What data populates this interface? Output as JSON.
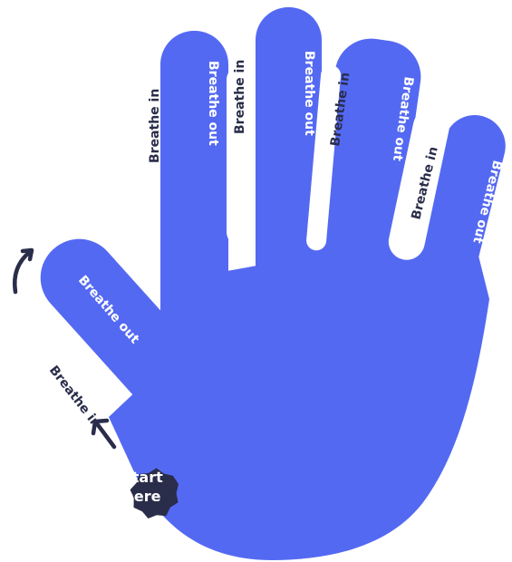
{
  "colors": {
    "hand": "#5469f2",
    "dark": "#2a2d4a",
    "white": "#ffffff"
  },
  "labels": {
    "thumb_outside": "Breathe in",
    "thumb_inside": "Breathe out",
    "index_outer": "Breathe in",
    "index_inner": "Breathe out",
    "middle_left": "Breathe in",
    "middle_center": "Breathe out",
    "ring_left": "Breathe in",
    "ring_inner": "Breathe out",
    "pinky_left": "Breathe in",
    "pinky_inner": "Breathe out"
  },
  "badge": {
    "line1": "Start",
    "line2": "here"
  },
  "icons": [
    "arrow-up-left-icon",
    "curved-arrow-icon",
    "scalloped-badge-icon"
  ]
}
